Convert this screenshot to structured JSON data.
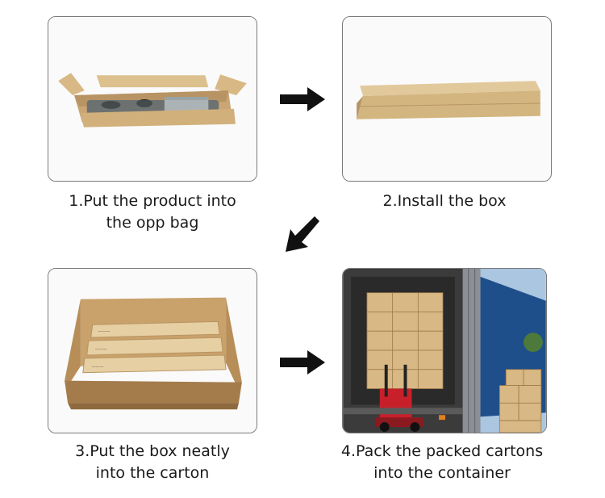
{
  "steps": [
    {
      "line1": "1.Put the product into",
      "line2": "the opp bag"
    },
    {
      "line1": "2.Install the box",
      "line2": ""
    },
    {
      "line1": "3.Put the box neatly",
      "line2": "into the carton"
    },
    {
      "line1": "4.Pack the packed cartons",
      "line2": "into the container"
    }
  ],
  "arrows": [
    "arrow-right-icon",
    "arrow-down-left-icon",
    "arrow-right-icon"
  ],
  "colors": {
    "cardboard": "#d8b884",
    "cardboard_dark": "#b89464",
    "panel_border": "#7a7a7a",
    "arrow": "#111111",
    "container_blue": "#1f4f8a",
    "forklift_red": "#c8202a"
  }
}
